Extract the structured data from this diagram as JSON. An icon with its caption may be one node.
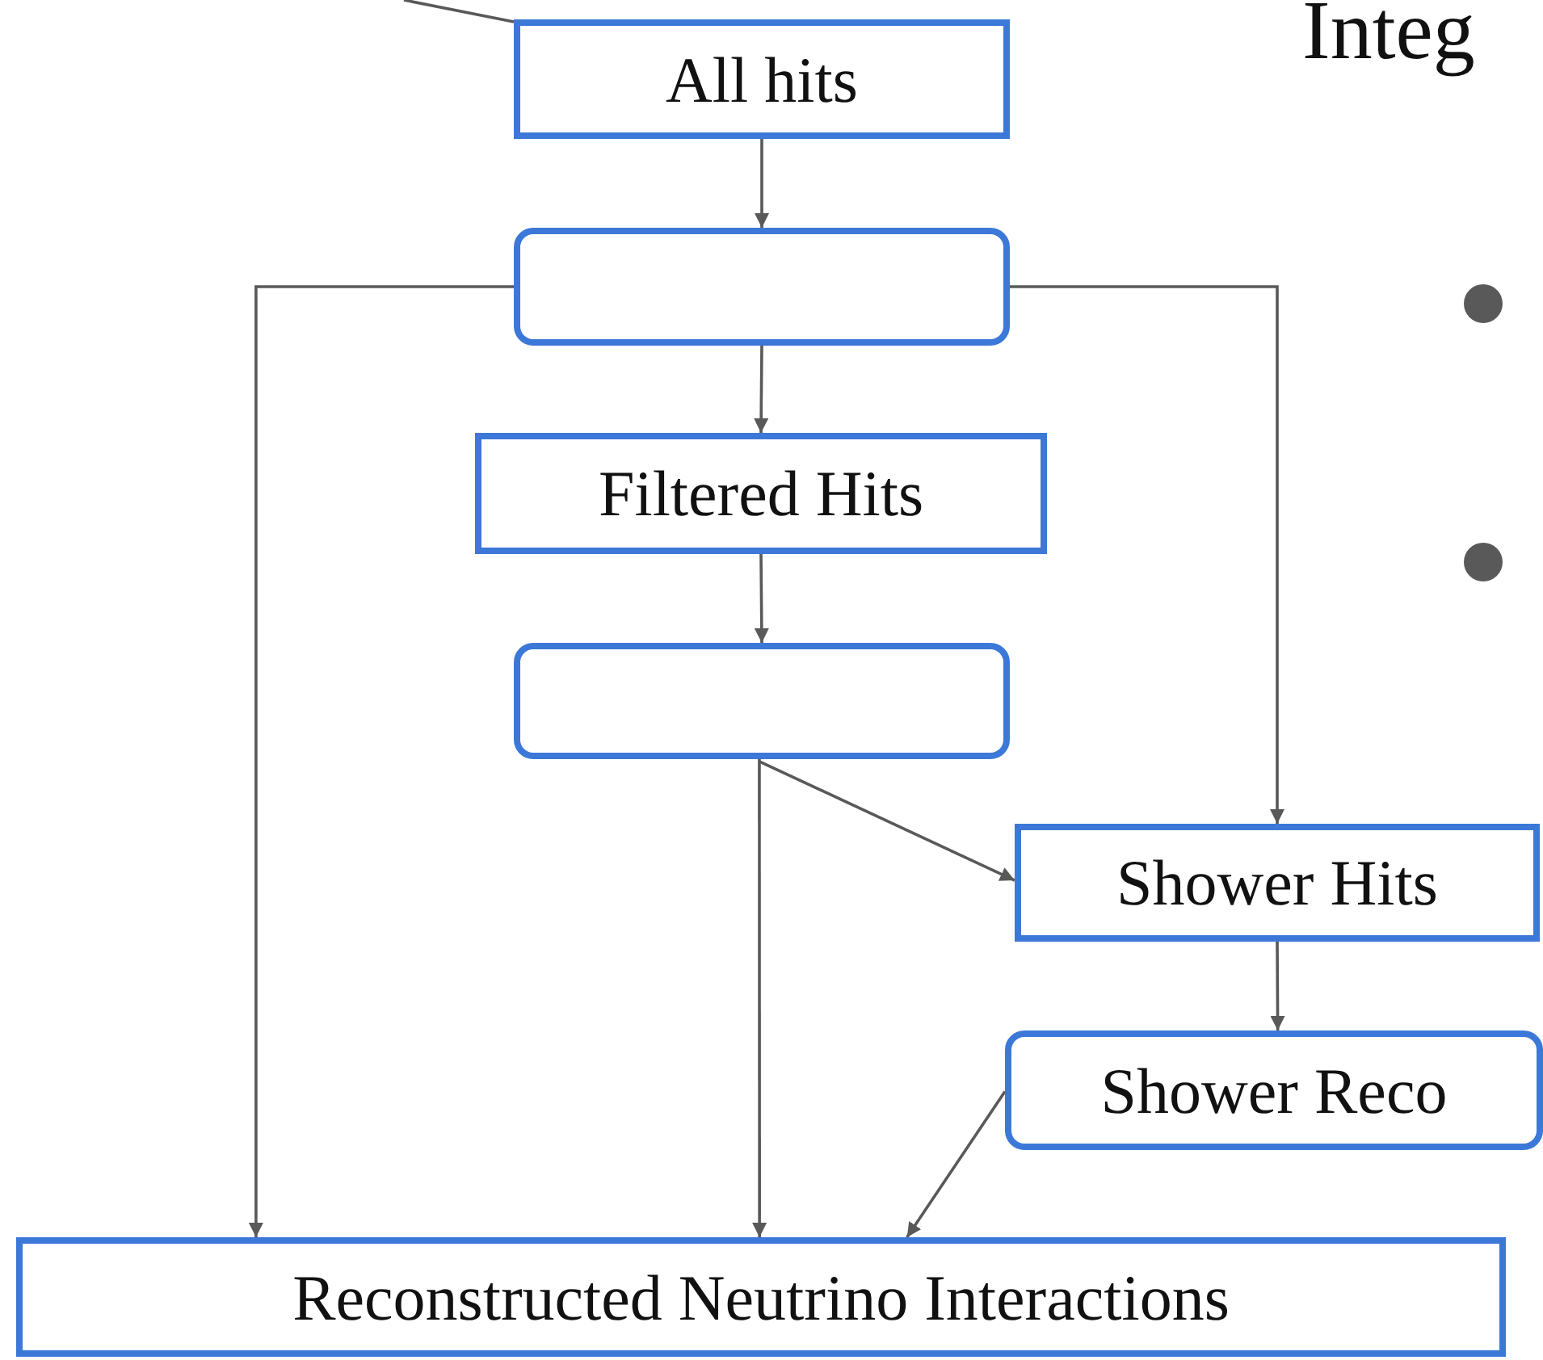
{
  "diagram": {
    "nodes": [
      {
        "text": [
          "All hits"
        ]
      },
      {
        "text": [],
        "shape": "box"
      },
      {
        "text": [
          "Filtered Hits"
        ]
      },
      {
        "text": [],
        "shape": "box"
      },
      {
        "text": [
          "Shower Hits"
        ]
      },
      {
        "text": [
          "Shower Reco"
        ]
      },
      {
        "text": [
          "Reconstructed Neutrino Interactions"
        ]
      }
    ],
    "edges": [
      {
        "from": null,
        "to": 0,
        "arrow": "none"
      },
      {
        "from": 0,
        "to": 1,
        "arrow": "to"
      },
      {
        "from": 1,
        "to": 2,
        "arrow": "to"
      },
      {
        "from": 2,
        "to": 3,
        "arrow": "to"
      },
      {
        "from": 1,
        "to": 6,
        "arrow": "to"
      },
      {
        "from": 1,
        "to": 4,
        "arrow": "to"
      },
      {
        "from": 3,
        "to": 4,
        "arrow": "to"
      },
      {
        "from": 3,
        "to": 6,
        "arrow": "to"
      },
      {
        "from": 4,
        "to": 5,
        "arrow": "to"
      },
      {
        "from": 5,
        "to": 6,
        "arrow": "to"
      }
    ],
    "labels": [
      "Integ"
    ]
  }
}
